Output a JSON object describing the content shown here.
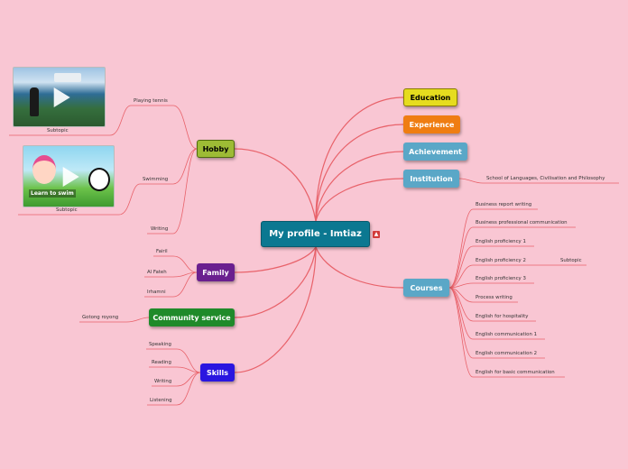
{
  "central": {
    "label": "My profile - Imtiaz"
  },
  "right": {
    "education": {
      "label": "Education"
    },
    "experience": {
      "label": "Experience"
    },
    "achievement": {
      "label": "Achievement"
    },
    "institution": {
      "label": "Institution",
      "child": "School of Languages, Civilisation and Philosophy"
    },
    "courses": {
      "label": "Courses",
      "items": [
        "Business report writing",
        "Business professional communication",
        "English proficiency 1",
        "English proficiency 2",
        "English proficiency 3",
        "Process writing",
        "English for hospitality",
        "English communication 1",
        "English communication 2",
        "English for basic communication"
      ],
      "subtopic": "Subtopic"
    }
  },
  "left": {
    "hobby": {
      "label": "Hobby",
      "items": [
        "Playing tennis",
        "Swimming",
        "Writing"
      ],
      "subtopics": [
        "Subtopic",
        "Subtopic"
      ],
      "video_caption": "Learn to swim"
    },
    "family": {
      "label": "Family",
      "items": [
        "Fairil",
        "Al Fateh",
        "Irhamni"
      ]
    },
    "community": {
      "label": "Community service",
      "items": [
        "Gotong royong"
      ]
    },
    "skills": {
      "label": "Skills",
      "items": [
        "Speaking",
        "Reading",
        "Writing",
        "Listening"
      ]
    }
  },
  "colors": {
    "background": "#f9c6d3",
    "link": "#e8626a",
    "central": "#0b7891",
    "education": "#e6dc1e",
    "experience": "#ef7d12",
    "achievement": "#5aa7c7",
    "institution": "#5aa7c7",
    "courses": "#5aa7c7",
    "hobby": "#9dbb35",
    "family": "#6a1f8f",
    "community": "#1f8a2a",
    "skills": "#2a16e0"
  }
}
